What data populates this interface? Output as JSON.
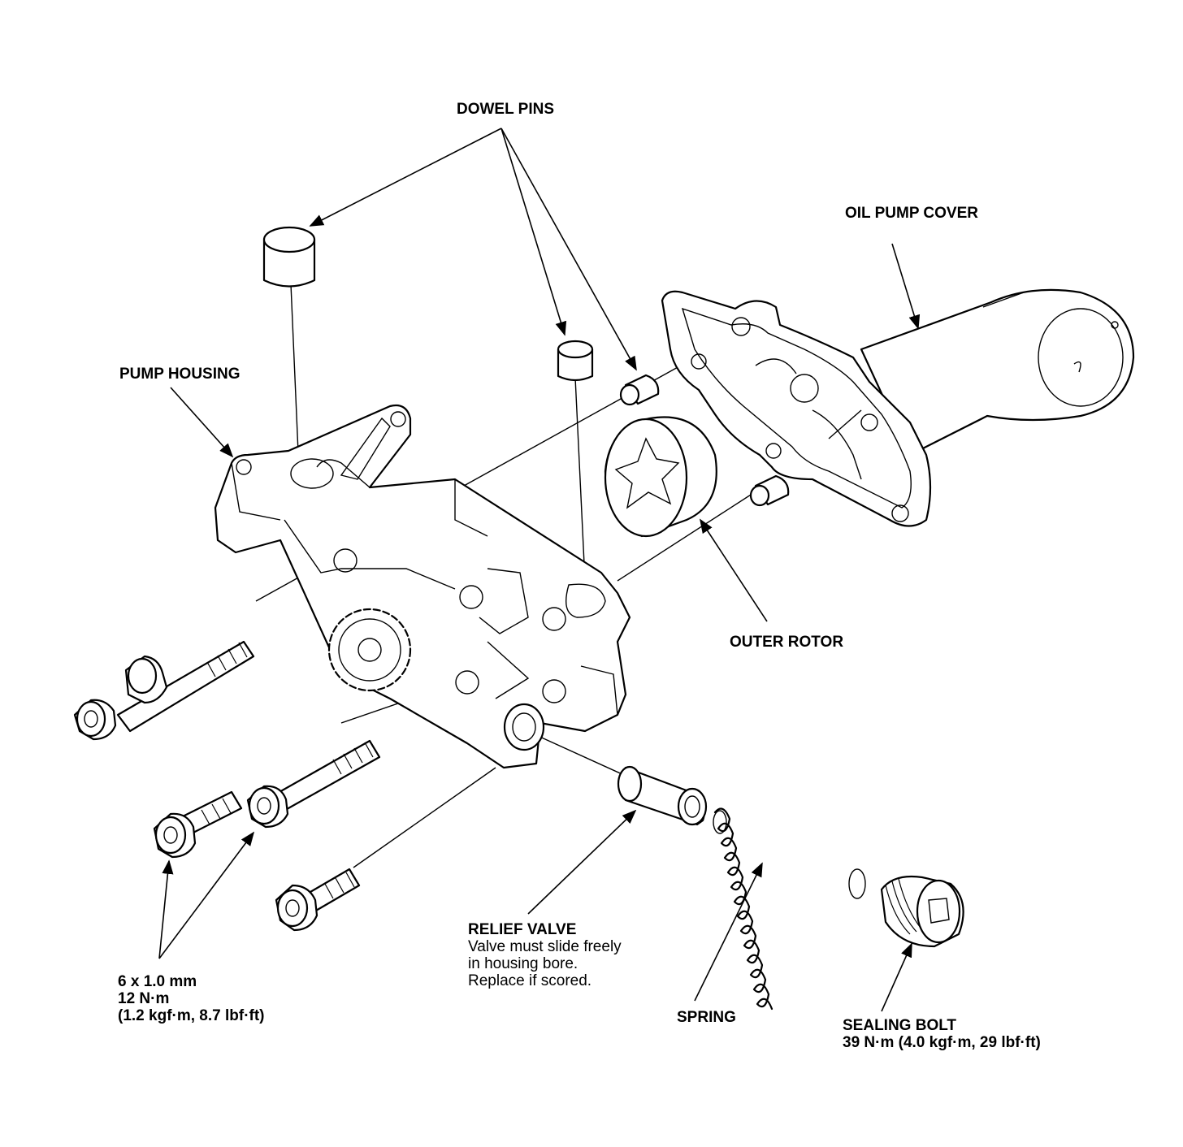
{
  "labels": {
    "dowel_pins": "DOWEL PINS",
    "oil_pump_cover": "OIL PUMP COVER",
    "pump_housing": "PUMP HOUSING",
    "outer_rotor": "OUTER ROTOR",
    "relief_valve": {
      "title": "RELIEF VALVE",
      "line1": "Valve must slide freely",
      "line2": "in housing bore.",
      "line3": "Replace if scored."
    },
    "bolt_spec": {
      "size": "6 x 1.0 mm",
      "torque": "12 N·m",
      "torque_alt": "(1.2 kgf·m, 8.7 lbf·ft)"
    },
    "spring": "SPRING",
    "sealing_bolt": {
      "title": "SEALING BOLT",
      "torque": "39 N·m (4.0 kgf·m, 29 lbf·ft)"
    }
  }
}
